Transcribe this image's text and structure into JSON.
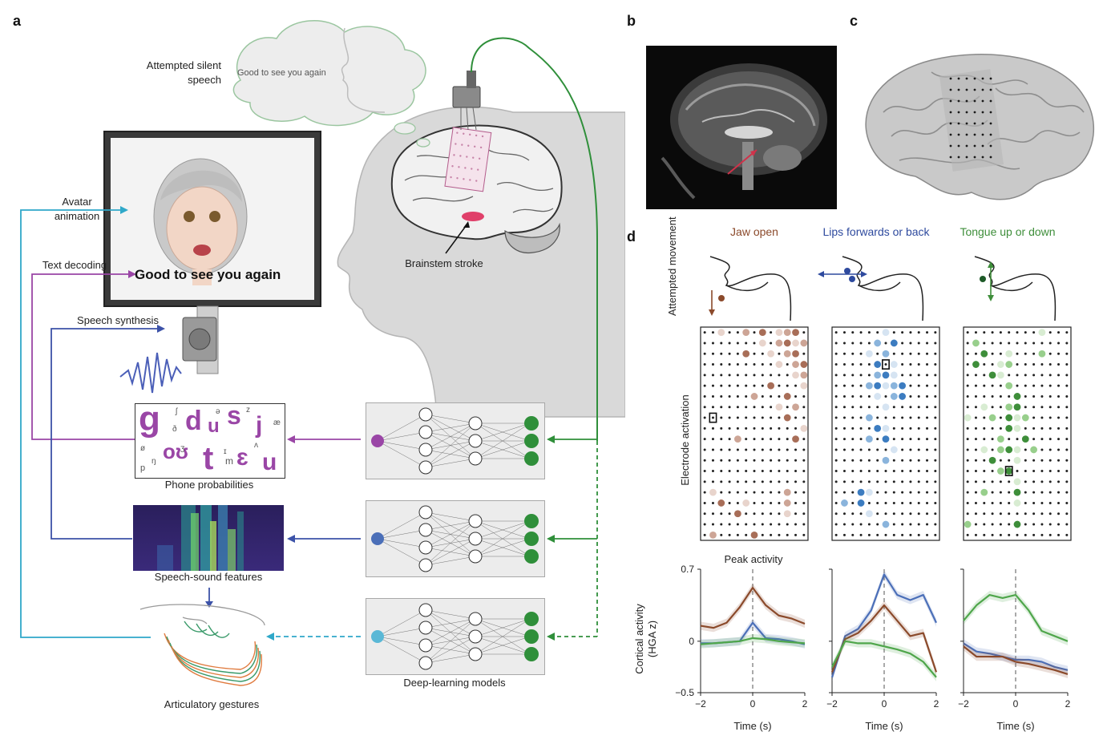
{
  "panels": {
    "a": "a",
    "b": "b",
    "c": "c",
    "d": "d"
  },
  "panel_a": {
    "thought_label": "Attempted silent speech",
    "thought_text": "Good to see you again",
    "screen_text": "Good to see you again",
    "avatar_label": "Avatar animation",
    "text_label": "Text decoding",
    "speech_label": "Speech synthesis",
    "stroke_label": "Brainstem stroke",
    "phone_caption": "Phone probabilities",
    "phones": [
      "g",
      "d",
      "u",
      "s",
      "j",
      "oʊ",
      "t",
      "ɛ",
      "u"
    ],
    "small_phones": [
      "ʃ",
      "ð",
      "z",
      "ə",
      "æ",
      "ʒ",
      "ɪ",
      "ŋ",
      "m",
      "ʌ",
      "p",
      "ø"
    ],
    "spec_caption": "Speech-sound features",
    "artic_caption": "Articulatory gestures",
    "models_caption": "Deep-learning models",
    "colors": {
      "text": "#9a46a6",
      "speech": "#3c52a8",
      "avatar": "#2fa8c9",
      "neural": "#2f8f3a"
    }
  },
  "panel_d": {
    "movements": [
      {
        "label": "Jaw open",
        "color": "#8b4a2b"
      },
      {
        "label": "Lips forwards or back",
        "color": "#2e4a9e"
      },
      {
        "label": "Tongue up or down",
        "color": "#3e8e3a"
      }
    ],
    "row_labels": {
      "movement": "Attempted movement",
      "activation": "Electrode activation"
    },
    "peak_label": "Peak activity",
    "ylabel": "Cortical activity (HGA z)",
    "xlabel": "Time (s)"
  },
  "chart_data": [
    {
      "type": "line",
      "title": "",
      "xlabel": "Time (s)",
      "ylabel": "Cortical activity (HGA z)",
      "xlim": [
        -2,
        2
      ],
      "ylim": [
        -0.5,
        0.7
      ],
      "xticks": [
        "−2",
        "0",
        "2"
      ],
      "yticks": [
        "0.7",
        "0",
        "−0.5"
      ],
      "x": [
        -2,
        -1.5,
        -1,
        -0.5,
        0,
        0.5,
        1,
        1.5,
        2
      ],
      "series": [
        {
          "color": "#8b4a2b",
          "values": [
            0.15,
            0.13,
            0.18,
            0.33,
            0.52,
            0.35,
            0.25,
            0.22,
            0.17
          ]
        },
        {
          "color": "#4b6fb8",
          "values": [
            -0.02,
            -0.02,
            -0.01,
            0.0,
            0.18,
            0.03,
            0.02,
            0.0,
            -0.03
          ]
        },
        {
          "color": "#4fa64b",
          "values": [
            -0.03,
            -0.02,
            -0.01,
            0.0,
            0.03,
            0.02,
            0.0,
            -0.01,
            -0.02
          ]
        }
      ]
    },
    {
      "type": "line",
      "title": "",
      "xlabel": "Time (s)",
      "ylabel": "",
      "xlim": [
        -2,
        2
      ],
      "ylim": [
        -0.5,
        0.7
      ],
      "xticks": [
        "−2",
        "0",
        "2"
      ],
      "yticks": [],
      "x": [
        -2,
        -1.5,
        -1,
        -0.5,
        0,
        0.5,
        1,
        1.5,
        2
      ],
      "series": [
        {
          "color": "#4b6fb8",
          "values": [
            -0.35,
            0.05,
            0.12,
            0.3,
            0.65,
            0.45,
            0.4,
            0.45,
            0.18
          ]
        },
        {
          "color": "#8b4a2b",
          "values": [
            -0.3,
            0.02,
            0.08,
            0.2,
            0.35,
            0.2,
            0.05,
            0.08,
            -0.3
          ]
        },
        {
          "color": "#4fa64b",
          "values": [
            -0.25,
            0.0,
            -0.02,
            -0.02,
            -0.05,
            -0.08,
            -0.12,
            -0.2,
            -0.35
          ]
        }
      ]
    },
    {
      "type": "line",
      "title": "",
      "xlabel": "Time (s)",
      "ylabel": "",
      "xlim": [
        -2,
        2
      ],
      "ylim": [
        -0.5,
        0.7
      ],
      "xticks": [
        "−2",
        "0",
        "2"
      ],
      "yticks": [],
      "x": [
        -2,
        -1.5,
        -1,
        -0.5,
        0,
        0.5,
        1,
        1.5,
        2
      ],
      "series": [
        {
          "color": "#4fa64b",
          "values": [
            0.2,
            0.35,
            0.45,
            0.42,
            0.45,
            0.3,
            0.1,
            0.05,
            0.0
          ]
        },
        {
          "color": "#4b6fb8",
          "values": [
            -0.02,
            -0.1,
            -0.12,
            -0.15,
            -0.18,
            -0.18,
            -0.2,
            -0.25,
            -0.28
          ]
        },
        {
          "color": "#8b4a2b",
          "values": [
            -0.05,
            -0.15,
            -0.15,
            -0.15,
            -0.2,
            -0.22,
            -0.25,
            -0.28,
            -0.32
          ]
        }
      ]
    }
  ]
}
